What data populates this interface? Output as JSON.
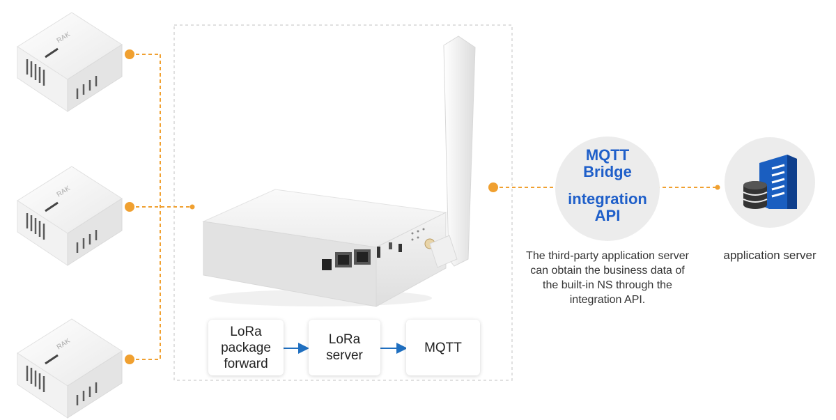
{
  "pipeline": {
    "step1": "LoRa\npackage\nforward",
    "step2": "LoRa\nserver",
    "step3": "MQTT"
  },
  "bridge": {
    "line1": "MQTT\nBridge",
    "line2": "integration\nAPI"
  },
  "description": "The third-party application server can obtain the business data of the built-in NS through the integration API.",
  "server": {
    "label": "application server"
  },
  "device_brand": "RAK",
  "colors": {
    "connector": "#f0a030",
    "arrow": "#1f6fc0",
    "accent_text": "#1f5fc9",
    "server_blue": "#1a5ec0"
  }
}
